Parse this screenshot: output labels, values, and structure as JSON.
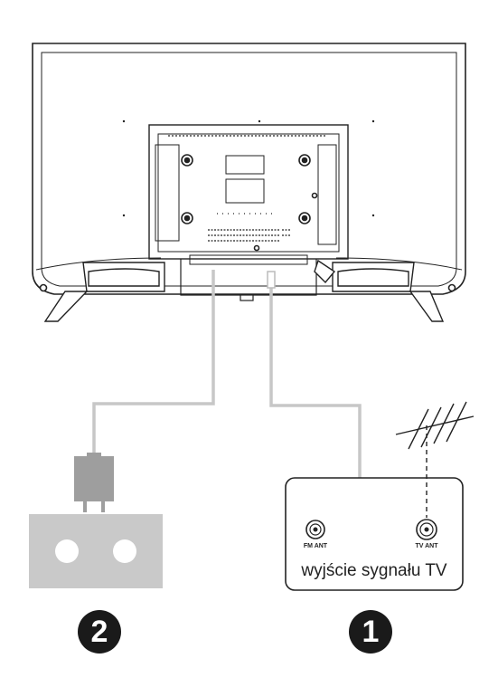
{
  "jacks": {
    "fm_label": "FM ANT",
    "tv_label": "TV ANT"
  },
  "antenna_panel": {
    "caption": "wyjście sygnału TV"
  },
  "steps": {
    "antenna_step": "1",
    "power_step": "2"
  },
  "colors": {
    "outline": "#222222",
    "cable": "#c7c7c7",
    "socket": "#c9c9c9",
    "plug": "#9e9e9e",
    "badge": "#1a1a1a"
  }
}
